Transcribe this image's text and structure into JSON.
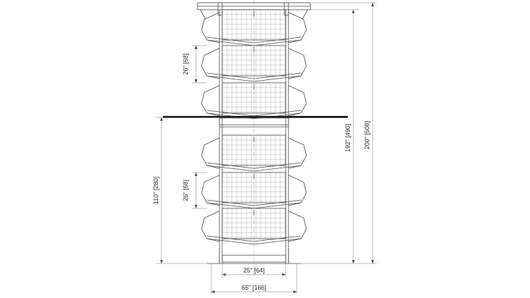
{
  "drawing": {
    "dimensions": {
      "upper_basket_height": "26\" [68]",
      "lower_basket_height": "26\" [68]",
      "lower_section_height": "110\" [280]",
      "shelf_height": "192\" [490]",
      "overall_height": "200\" [508]",
      "base_width": "25\" [64]",
      "overall_width": "65\" [166]"
    },
    "colors": {
      "line": "#444444",
      "grid": "#9a9a9a",
      "shelf": "#222222"
    }
  }
}
